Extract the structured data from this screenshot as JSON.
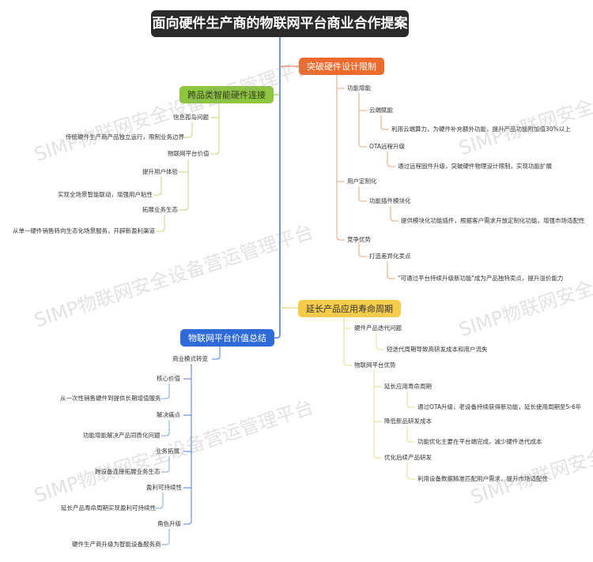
{
  "title": "面向硬件生产商的物联网平台商业合作提案",
  "colors": {
    "root": "#2b2b2d",
    "branch_orange": "#ec6b2d",
    "branch_green": "#8cc63f",
    "branch_yellow": "#f5cb4c",
    "branch_blue": "#2e6bd9",
    "trunk_line": "#4a7fd6"
  },
  "watermark": [
    "SIMP物联网安全设备营运管理平台",
    "SIMP物联网安全设备营运管理平台",
    "SIMP物联网安全设备营运管理平台",
    "SIMP物联网安全设",
    "SIMP物联网安全设备营运管理平台",
    "SIMP物联网安全设"
  ],
  "branches": {
    "orange": {
      "label": "突破硬件设计限制",
      "children": [
        {
          "label": "功能增能",
          "children": [
            {
              "label": "云端赋能",
              "children": [
                {
                  "label": "利用云端算力，为硬件补充额外功能，提升产品功能附加值30%以上"
                }
              ]
            },
            {
              "label": "OTA远程升级",
              "children": [
                {
                  "label": "通过远程固件升级，突破硬件物理设计限制，实现功能扩展"
                }
              ]
            }
          ]
        },
        {
          "label": "用户定制化",
          "children": [
            {
              "label": "功能插件模块化",
              "children": [
                {
                  "label": "提供模块化功能插件，根据客户需求开放定制化功能，增强市场适配性"
                }
              ]
            }
          ]
        },
        {
          "label": "竞争优势",
          "children": [
            {
              "label": "打造差异化卖点",
              "children": [
                {
                  "label": "\"可通过平台持续升级新功能\"成为产品独特卖点，提升溢价能力"
                }
              ]
            }
          ]
        }
      ]
    },
    "green": {
      "label": "跨品类智能硬件连接",
      "children": [
        {
          "label": "信息孤岛问题",
          "children": [
            {
              "label": "传统硬件生产商产品独立运行，限制业务边界"
            }
          ]
        },
        {
          "label": "物联网平台价值",
          "children": [
            {
              "label": "提升用户体验",
              "children": [
                {
                  "label": "实现全场景智能联动，增强用户粘性"
                }
              ]
            },
            {
              "label": "拓展业务生态",
              "children": [
                {
                  "label": "从单一硬件销售转向生态化场景服务，开辟新盈利渠道"
                }
              ]
            }
          ]
        }
      ]
    },
    "yellow": {
      "label": "延长产品应用寿命周期",
      "children": [
        {
          "label": "硬件产品迭代问题",
          "children": [
            {
              "label": "短迭代周期导致高研发成本和用户流失"
            }
          ]
        },
        {
          "label": "物联网平台优势",
          "children": [
            {
              "label": "延长应用寿命周期",
              "children": [
                {
                  "label": "通过OTA升级，老设备持续获得新功能，延长使用周期至5-6年"
                }
              ]
            },
            {
              "label": "降低新品研发成本",
              "children": [
                {
                  "label": "功能优化主要在平台端完成，减少硬件迭代成本"
                }
              ]
            },
            {
              "label": "优化后续产品研发",
              "children": [
                {
                  "label": "利用设备数据精准匹配用户需求，提升市场适配性"
                }
              ]
            }
          ]
        }
      ]
    },
    "blue": {
      "label": "物联网平台价值总结",
      "children": [
        {
          "label": "商业模式转变",
          "children": [
            {
              "label": "核心价值",
              "children": [
                {
                  "label": "从一次性销售硬件到提供长期增值服务"
                }
              ]
            },
            {
              "label": "解决痛点",
              "children": [
                {
                  "label": "功能增能解决产品同质化问题"
                }
              ]
            },
            {
              "label": "业务拓展",
              "children": [
                {
                  "label": "跨设备连接拓展业务生态"
                }
              ]
            },
            {
              "label": "盈利可持续性",
              "children": [
                {
                  "label": "延长产品寿命周期实现盈利可持续性"
                }
              ]
            },
            {
              "label": "角色升级",
              "children": [
                {
                  "label": "硬件生产商升级为智能设备服务商"
                }
              ]
            }
          ]
        }
      ]
    }
  }
}
